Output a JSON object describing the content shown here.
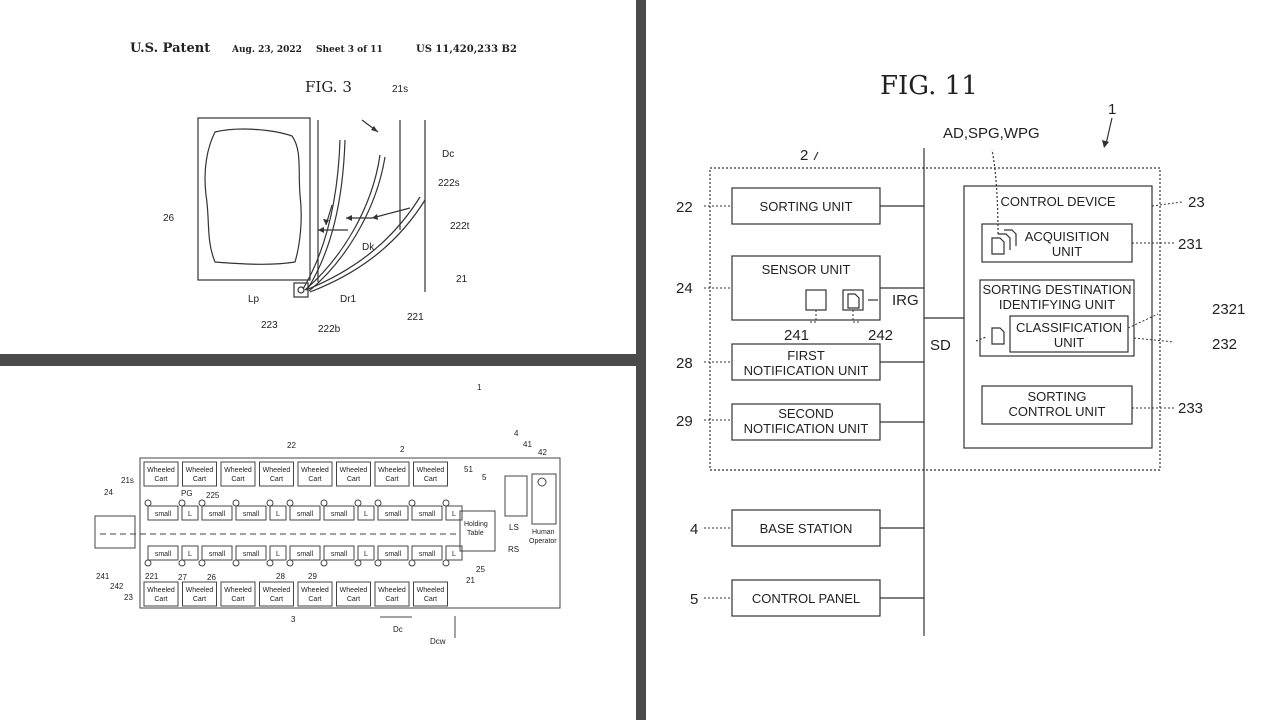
{
  "fig3": {
    "header": {
      "left": "U.S. Patent",
      "date": "Aug. 23, 2022",
      "sheet": "Sheet 3 of 11",
      "number": "US 11,420,233 B2"
    },
    "title": "FIG. 3",
    "labels": {
      "l21s": "21s",
      "lDc": "Dc",
      "l222s": "222s",
      "l222t": "222t",
      "l26": "26",
      "lDk": "Dk",
      "lLp": "Lp",
      "lDr1": "Dr1",
      "l21": "21",
      "l223": "223",
      "l222b": "222b",
      "l221": "221"
    }
  },
  "layout": {
    "cart_label_top": "Wheeled",
    "cart_label_bottom": "Cart",
    "small": "small",
    "L": "L",
    "holding_table_1": "Holding",
    "holding_table_2": "Table",
    "human_1": "Human",
    "human_2": "Operator",
    "labels": {
      "n1": "1",
      "n22": "22",
      "n2": "2",
      "n4": "4",
      "n41": "41",
      "n42": "42",
      "n51": "51",
      "n5": "5",
      "n21s": "21s",
      "n24": "24",
      "nPG": "PG",
      "n225": "225",
      "nLS": "LS",
      "nRS": "RS",
      "n25": "25",
      "n21": "21",
      "n221": "221",
      "n27": "27",
      "n26": "26",
      "n28": "28",
      "n29": "29",
      "n241": "241",
      "n242": "242",
      "n23": "23",
      "n3": "3",
      "nDc": "Dc",
      "nDcw": "Dcw"
    }
  },
  "fig11": {
    "title": "FIG. 11",
    "labels": {
      "n1": "1",
      "n2": "2",
      "inputs": "AD,SPG,WPG",
      "n23": "23",
      "n22": "22",
      "n24": "24",
      "n28": "28",
      "n29": "29",
      "n231": "231",
      "n2321": "2321",
      "n232": "232",
      "n233": "233",
      "n241": "241",
      "n242": "242",
      "IRG": "IRG",
      "SD": "SD",
      "n4": "4",
      "n5": "5"
    },
    "blocks": {
      "sorting_unit": "SORTING UNIT",
      "sensor_unit": "SENSOR UNIT",
      "first_notif_1": "FIRST",
      "first_notif_2": "NOTIFICATION UNIT",
      "second_notif_1": "SECOND",
      "second_notif_2": "NOTIFICATION UNIT",
      "control_device": "CONTROL DEVICE",
      "acquisition_1": "ACQUISITION",
      "acquisition_2": "UNIT",
      "sdi_1": "SORTING DESTINATION",
      "sdi_2": "IDENTIFYING UNIT",
      "classification_1": "CLASSIFICATION",
      "classification_2": "UNIT",
      "sorting_control_1": "SORTING",
      "sorting_control_2": "CONTROL UNIT",
      "base_station": "BASE STATION",
      "control_panel": "CONTROL PANEL"
    }
  }
}
